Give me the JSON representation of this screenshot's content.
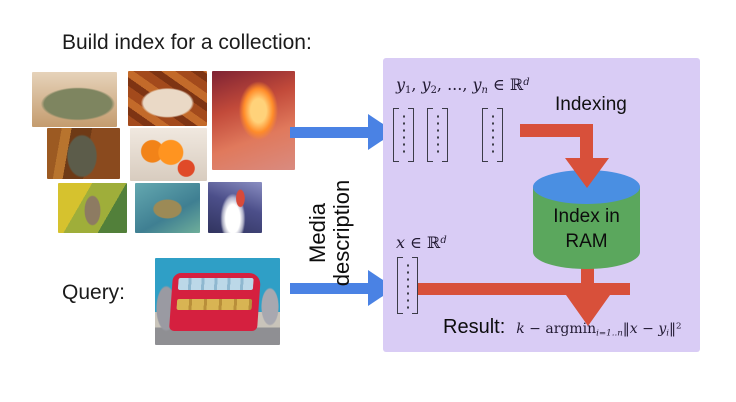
{
  "title": "Build index for a collection:",
  "query_label": "Query:",
  "collection_images": [
    {
      "id": "iguana",
      "label": "iguana"
    },
    {
      "id": "woman-in-leaves",
      "label": "woman lying in autumn leaves"
    },
    {
      "id": "canyon",
      "label": "antelope canyon"
    },
    {
      "id": "statue",
      "label": "bronze statue"
    },
    {
      "id": "oranges",
      "label": "oranges with flower"
    },
    {
      "id": "rabbit",
      "label": "rabbit"
    },
    {
      "id": "turtle",
      "label": "sea turtle"
    },
    {
      "id": "rocket",
      "label": "rocket launch"
    }
  ],
  "query_image": {
    "id": "bus",
    "label": "red double-decker bus"
  },
  "media_arrow": {
    "line1": "Media",
    "line2": "description"
  },
  "index_box": {
    "y_math_parts": [
      {
        "t": "y",
        "s": "it"
      },
      {
        "t": "1",
        "s": "sub"
      },
      {
        "t": ", ",
        "s": "rm"
      },
      {
        "t": "y",
        "s": "it"
      },
      {
        "t": "2",
        "s": "sub"
      },
      {
        "t": ", ..., ",
        "s": "rm"
      },
      {
        "t": "y",
        "s": "it"
      },
      {
        "t": "n",
        "s": "sub-it"
      },
      {
        "t": " ∈ ℝ",
        "s": "rm"
      },
      {
        "t": "d",
        "s": "sup-it"
      }
    ],
    "indexing_label": "Indexing",
    "cylinder": {
      "line1": "Index in",
      "line2": "RAM"
    },
    "x_math_parts": [
      {
        "t": "x",
        "s": "it"
      },
      {
        "t": " ∈ ℝ",
        "s": "rm"
      },
      {
        "t": "d",
        "s": "sup-it"
      }
    ],
    "result_label": "Result:",
    "result_formula_parts": [
      {
        "t": "k",
        "s": "it"
      },
      {
        "t": " − argmin",
        "s": "rm"
      },
      {
        "t": "i=1..n",
        "s": "sub-it"
      },
      {
        "t": "‖",
        "s": "rm"
      },
      {
        "t": "x",
        "s": "it"
      },
      {
        "t": " − ",
        "s": "rm"
      },
      {
        "t": "y",
        "s": "it"
      },
      {
        "t": "i",
        "s": "sub-it"
      },
      {
        "t": "‖",
        "s": "rm"
      },
      {
        "t": "2",
        "s": "sup"
      }
    ]
  },
  "colors": {
    "box_bg": "#d9ccf5",
    "arrow_blue": "#4a82e4",
    "arrow_red": "#d8503a",
    "cylinder_green": "#5ba75d",
    "cylinder_blue": "#4a8fe2"
  }
}
